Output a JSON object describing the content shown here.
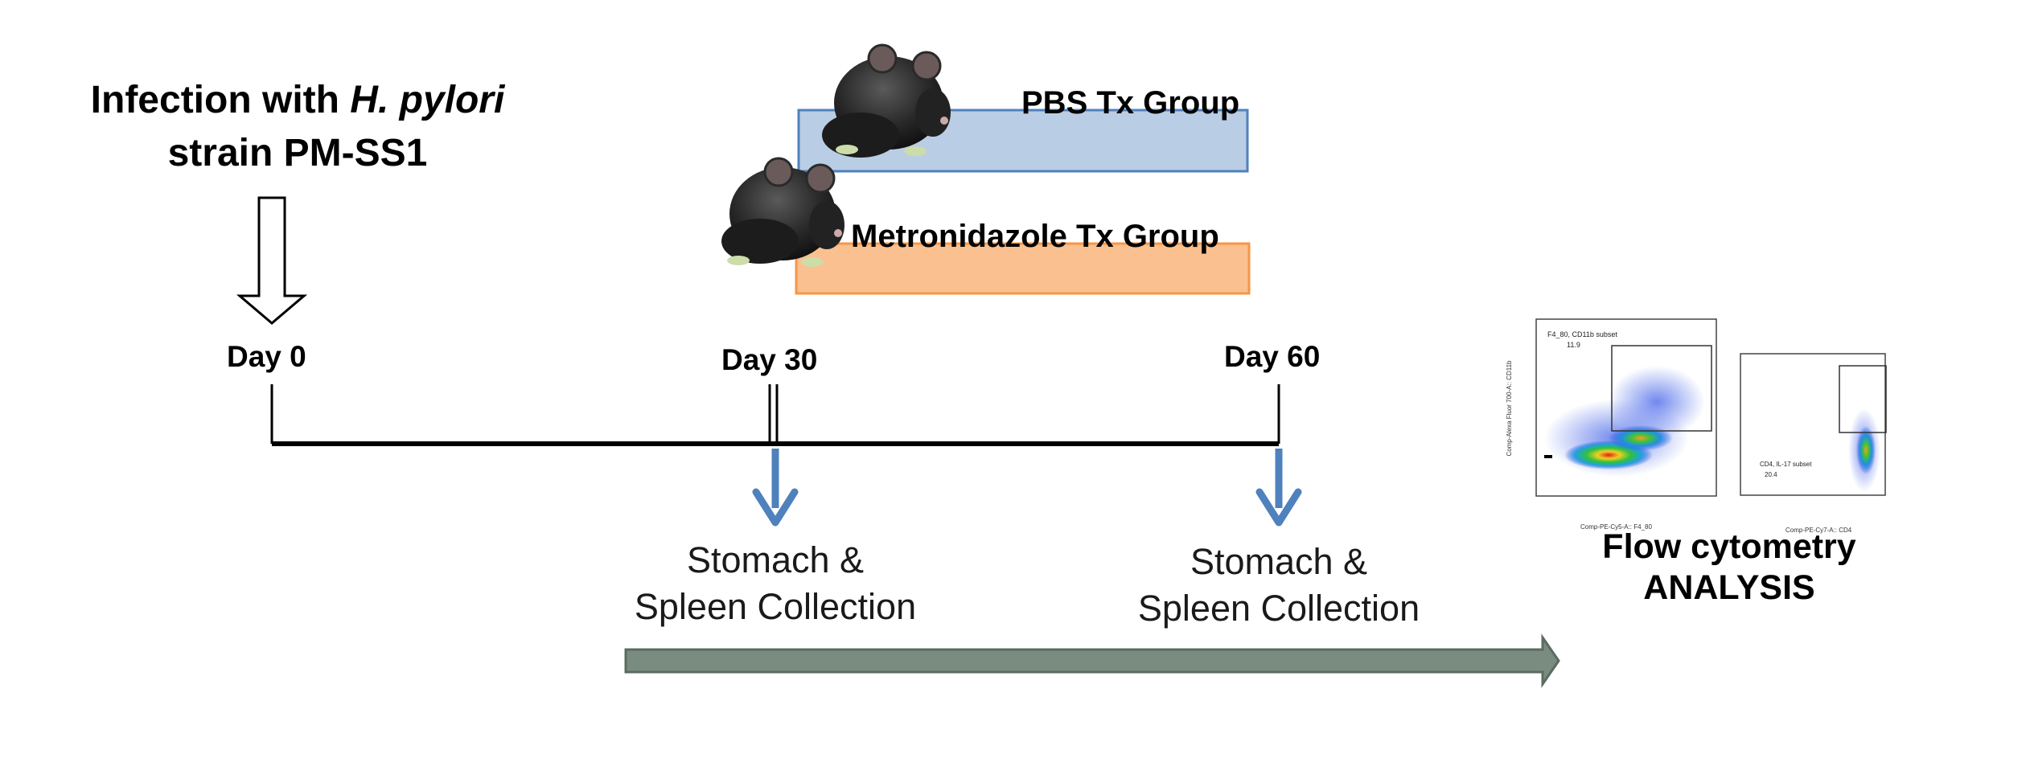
{
  "infection": {
    "line1_prefix": "Infection with ",
    "line1_italic": "H. pylori",
    "line2": "strain PM-SS1"
  },
  "timeline": {
    "day0": "Day 0",
    "day30": "Day 30",
    "day60": "Day 60"
  },
  "groups": {
    "pbs": "PBS Tx Group",
    "metronidazole": "Metronidazole Tx Group"
  },
  "collections": [
    {
      "line1": "Stomach &",
      "line2": "Spleen Collection"
    },
    {
      "line1": "Stomach &",
      "line2": "Spleen Collection"
    }
  ],
  "analysis": {
    "line1": "Flow cytometry",
    "line2": "ANALYSIS",
    "plot1_gate_label": "F4_80, CD11b subset",
    "plot1_gate_value": "11.9",
    "plot1_ylabel": "Comp-Alexa Fluor 700-A:: CD11b",
    "plot1_xlabel": "Comp-PE-Cy5-A:: F4_80",
    "plot2_gate_label": "CD4, IL-17 subset",
    "plot2_gate_value": "20.4",
    "plot2_xlabel": "Comp-PE-Cy7-A:: CD4"
  },
  "colors": {
    "pbs_bar_fill": "#b9cde5",
    "pbs_bar_stroke": "#4f81bd",
    "metro_bar_fill": "#fac08f",
    "metro_bar_stroke": "#f79646",
    "collection_arrow": "#4f81bd",
    "process_arrow_fill": "#7a8b80",
    "process_arrow_stroke": "#5a6b60"
  }
}
